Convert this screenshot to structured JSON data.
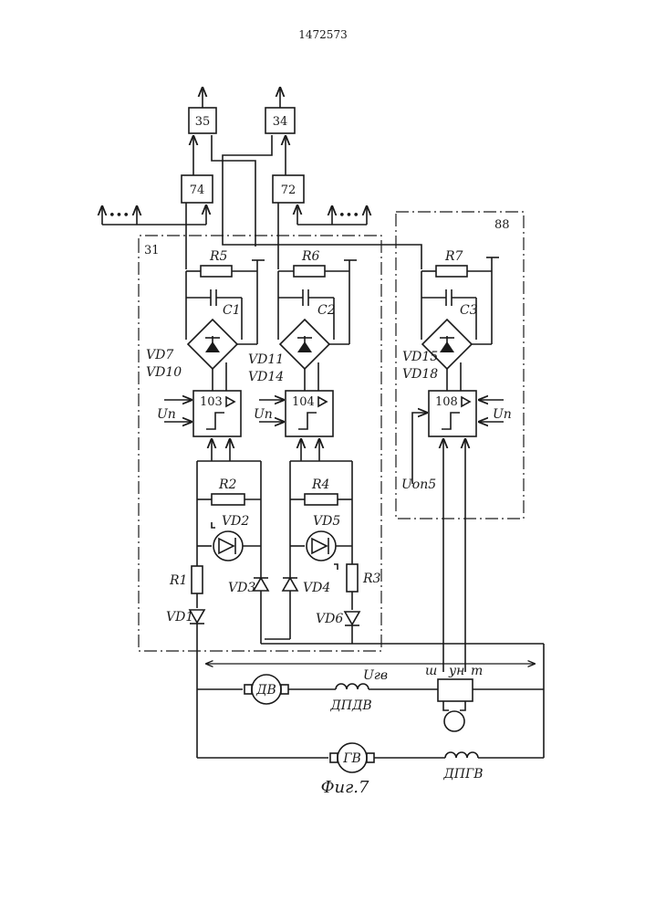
{
  "header": {
    "patent_number": "1472573"
  },
  "figure": {
    "caption": "Фиг.7"
  },
  "blocks": {
    "b35": "35",
    "b34": "34",
    "b74": "74",
    "b72": "72",
    "b31": "31",
    "b88": "88",
    "b103": "103",
    "b104": "104",
    "b108": "108"
  },
  "components": {
    "R1": "R1",
    "R2": "R2",
    "R3": "R3",
    "R4": "R4",
    "R5": "R5",
    "R6": "R6",
    "R7": "R7",
    "C1": "C1",
    "C2": "C2",
    "C3": "C3",
    "VD1": "VD1",
    "VD2": "VD2",
    "VD3": "VD3",
    "VD4": "VD4",
    "VD5": "VD5",
    "VD6": "VD6",
    "VD7": "VD7",
    "VD10": "VD10",
    "VD11": "VD11",
    "VD14": "VD14",
    "VD15": "VD15",
    "VD18": "VD18"
  },
  "signals": {
    "un1": "Uп",
    "un2": "Uп",
    "un3": "Uп",
    "uop": "Uоп5",
    "ugv": "Uгв",
    "dots": "•••"
  },
  "machines": {
    "dv": "ДВ",
    "dpdv": "ДПДВ",
    "gv": "ГВ",
    "dpgv": "ДПГВ",
    "sh": "ш",
    "yn": "ун",
    "t": "т"
  }
}
